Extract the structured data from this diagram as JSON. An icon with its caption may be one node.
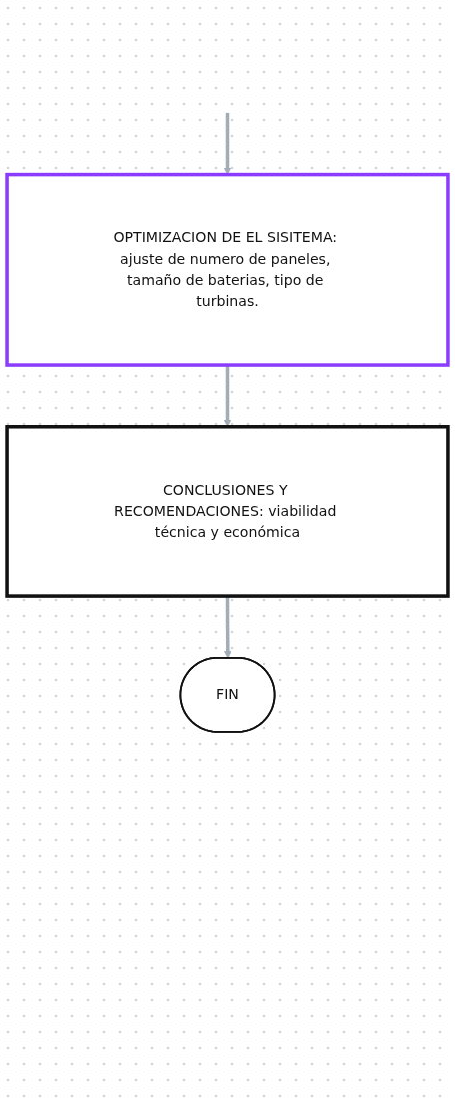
{
  "diagram": {
    "nodes": [
      {
        "text": [
          "OPTIMIZACION DE EL SISITEMA: ajuste de numero de paneles, tamaño de baterias, tipo de turbinas."
        ]
      },
      {
        "text": [
          "CONCLUSIONES Y RECOMENDACIONES: viabilidad técnica y económica"
        ]
      },
      {
        "text": [
          "FIN"
        ]
      }
    ],
    "edges": [
      {
        "from": null,
        "to": 0,
        "arrow": "to"
      },
      {
        "from": 0,
        "to": 1,
        "arrow": "to"
      },
      {
        "from": 1,
        "to": 2,
        "arrow": "to"
      }
    ]
  }
}
